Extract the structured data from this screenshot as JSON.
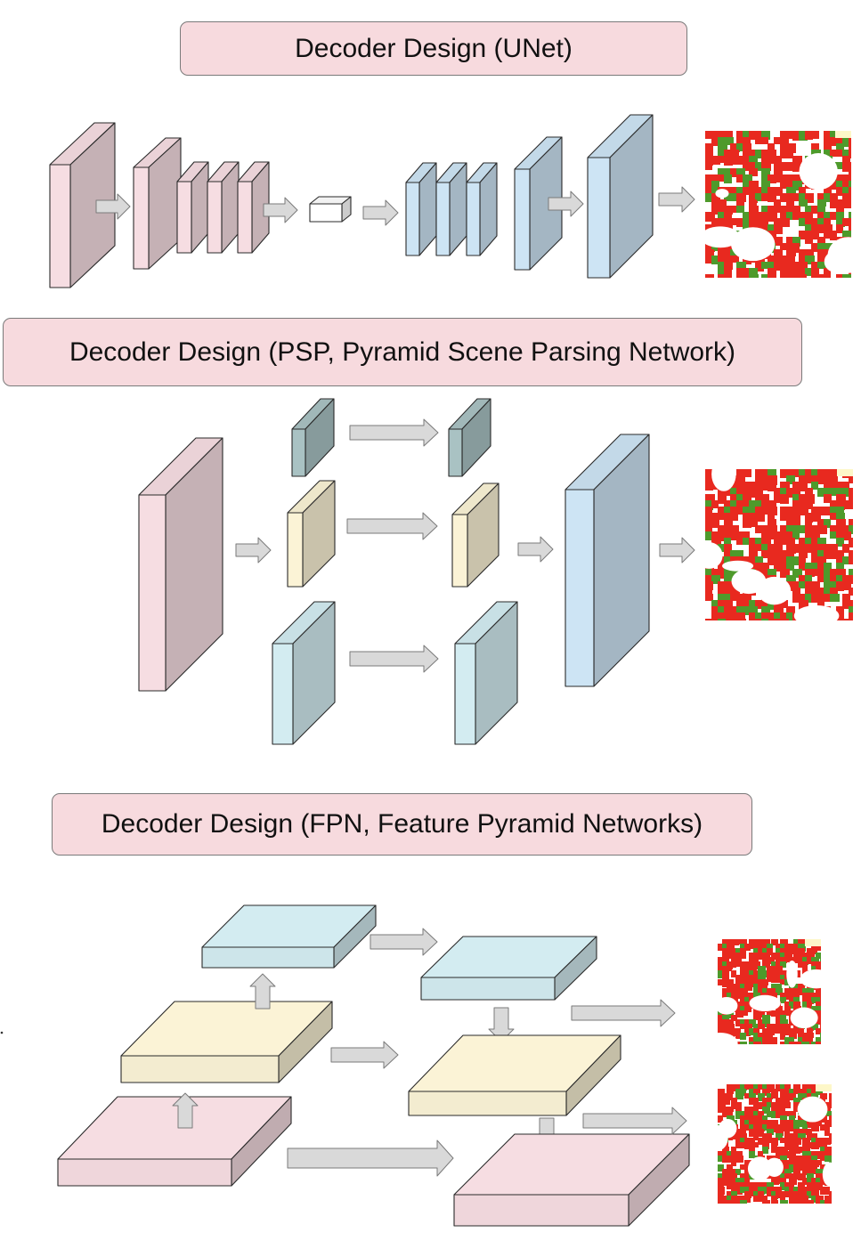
{
  "sections": {
    "unet": {
      "title": "Decoder Design (UNet)"
    },
    "psp": {
      "title": "Decoder Design (PSP, Pyramid Scene Parsing Network)"
    },
    "fpn": {
      "title": "Decoder Design (FPN, Feature Pyramid Networks)"
    }
  },
  "colors": {
    "pink": "#f6dde2",
    "blue": "#cde4f4",
    "teal": "#d3ecf1",
    "yellow": "#fbf3d6",
    "slate": "#a9c2c3",
    "arrow": "#d9d9d9",
    "mask_red": "#e8291f",
    "mask_green": "#4e9a2b"
  }
}
